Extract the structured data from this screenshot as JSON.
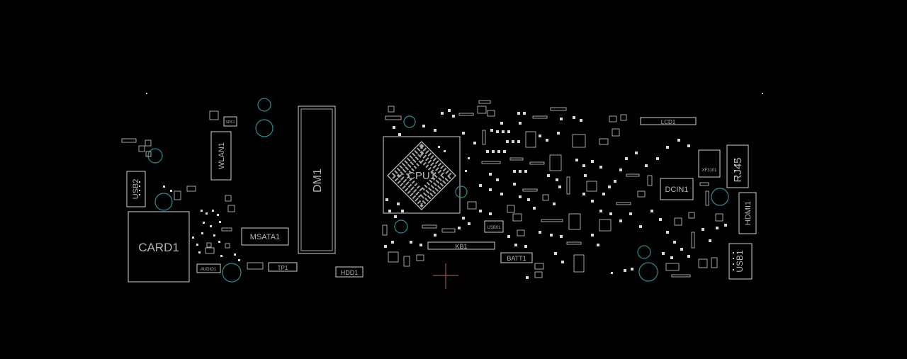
{
  "colors": {
    "background": "#000000",
    "silkscreen": "#cfcfcf",
    "label": "#b5b5b5",
    "mounting_hole": "#2b8f90",
    "origin_marker": "#b06a6a"
  },
  "labels": {
    "usb2": "USB2",
    "card1": "CARD1",
    "audio1": "AUDIO1",
    "spk1": "SPK1",
    "wlan1": "WLAN1",
    "msata1": "MSATA1",
    "tp1": "TP1",
    "dm1": "DM1",
    "hdd1": "HDD1",
    "cpu1": "CPU1",
    "kb1": "KB1",
    "usb01": "USB01",
    "batt1": "BATT1",
    "lcd1": "LCD1",
    "dcin1": "DCIN1",
    "xf3101": "XF3101",
    "rj45": "RJ45",
    "hdmi1": "HDMI1",
    "usb1": "USB1"
  }
}
